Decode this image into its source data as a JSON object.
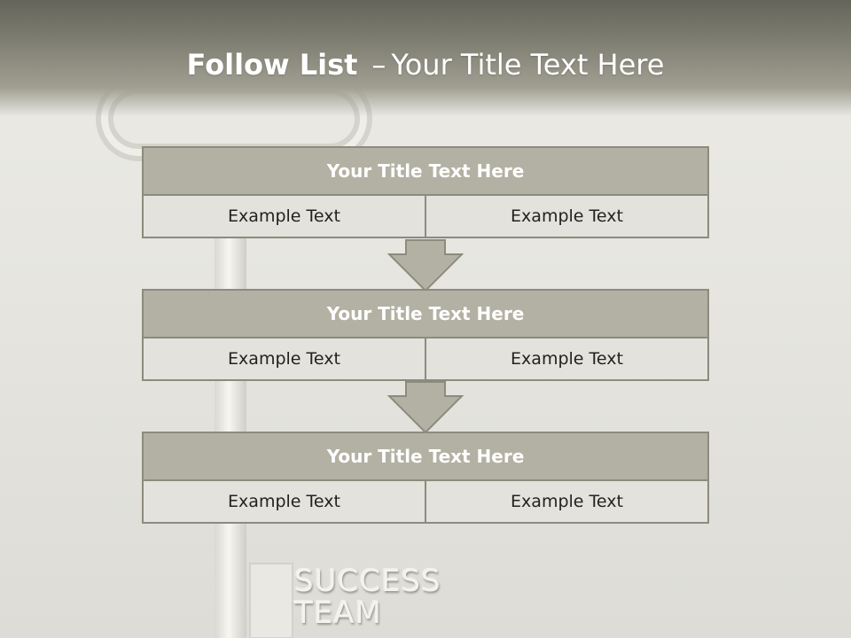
{
  "slide": {
    "title_bold": "Follow List",
    "title_separator": "–",
    "title_rest": "Your Title Text Here"
  },
  "steps": [
    {
      "title": "Your Title Text Here",
      "left": "Example Text",
      "right": "Example Text"
    },
    {
      "title": "Your Title Text Here",
      "left": "Example Text",
      "right": "Example Text"
    },
    {
      "title": "Your Title Text Here",
      "left": "Example Text",
      "right": "Example Text"
    }
  ],
  "background": {
    "brand_line1": "SUCCESS",
    "brand_line2": "TEAM"
  },
  "colors": {
    "header": "#7f7e72",
    "panel_title": "#b3b1a3",
    "panel_cell": "#e3e2dc",
    "border": "#8d8b7d",
    "arrow": "#b3b1a3"
  }
}
